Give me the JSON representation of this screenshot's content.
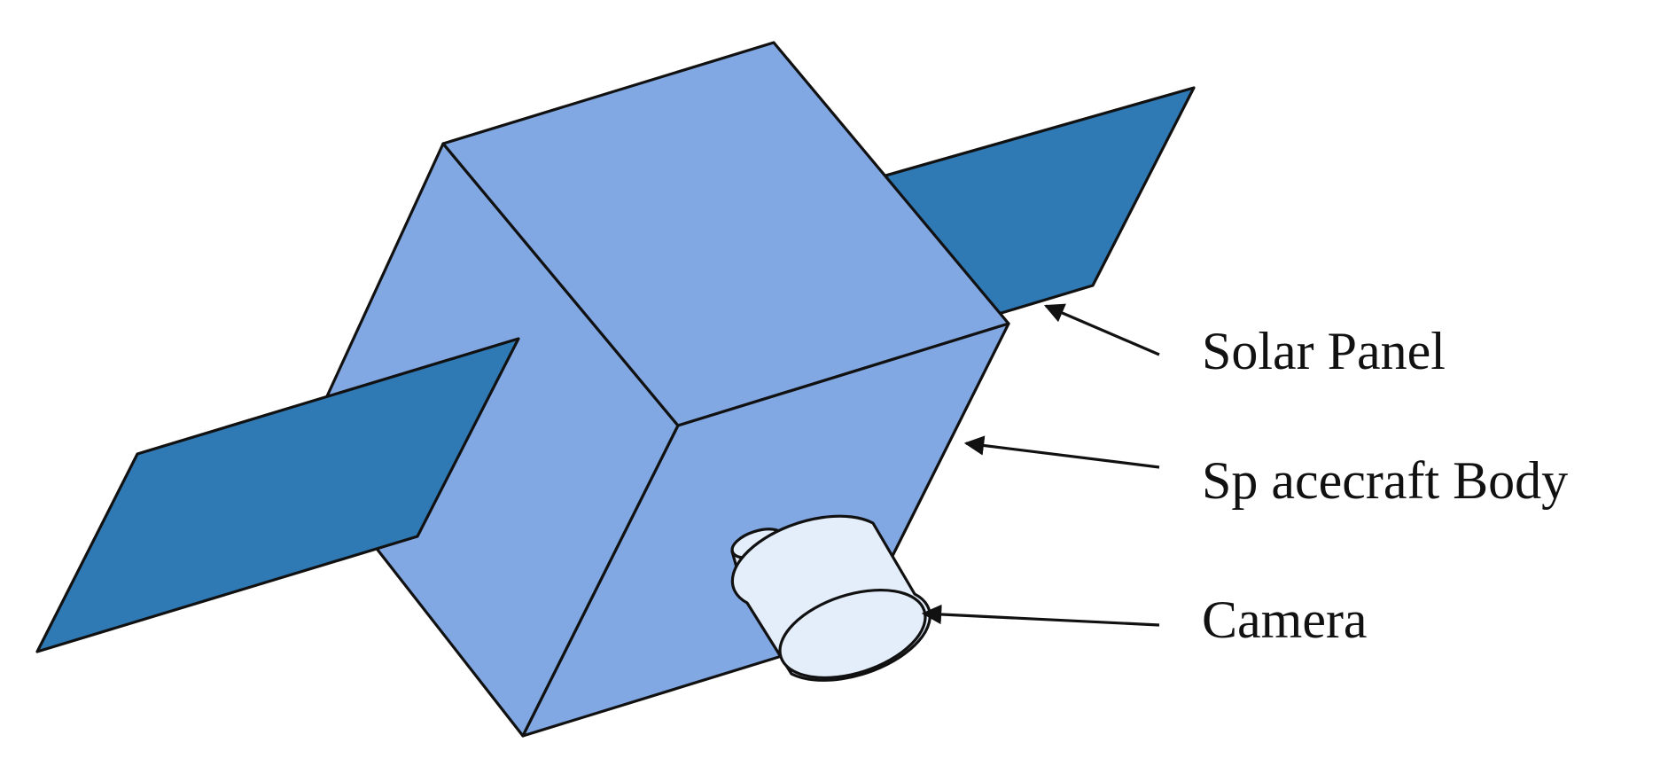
{
  "labels": {
    "solar_panel": "Solar Panel",
    "spacecraft_body": "Sp acecraft Body",
    "camera": "Camera"
  },
  "colors": {
    "body_fill": "#82A8E4",
    "panel_fill": "#2F79B5",
    "camera_fill": "#E4EEFB",
    "outline": "#111111"
  }
}
